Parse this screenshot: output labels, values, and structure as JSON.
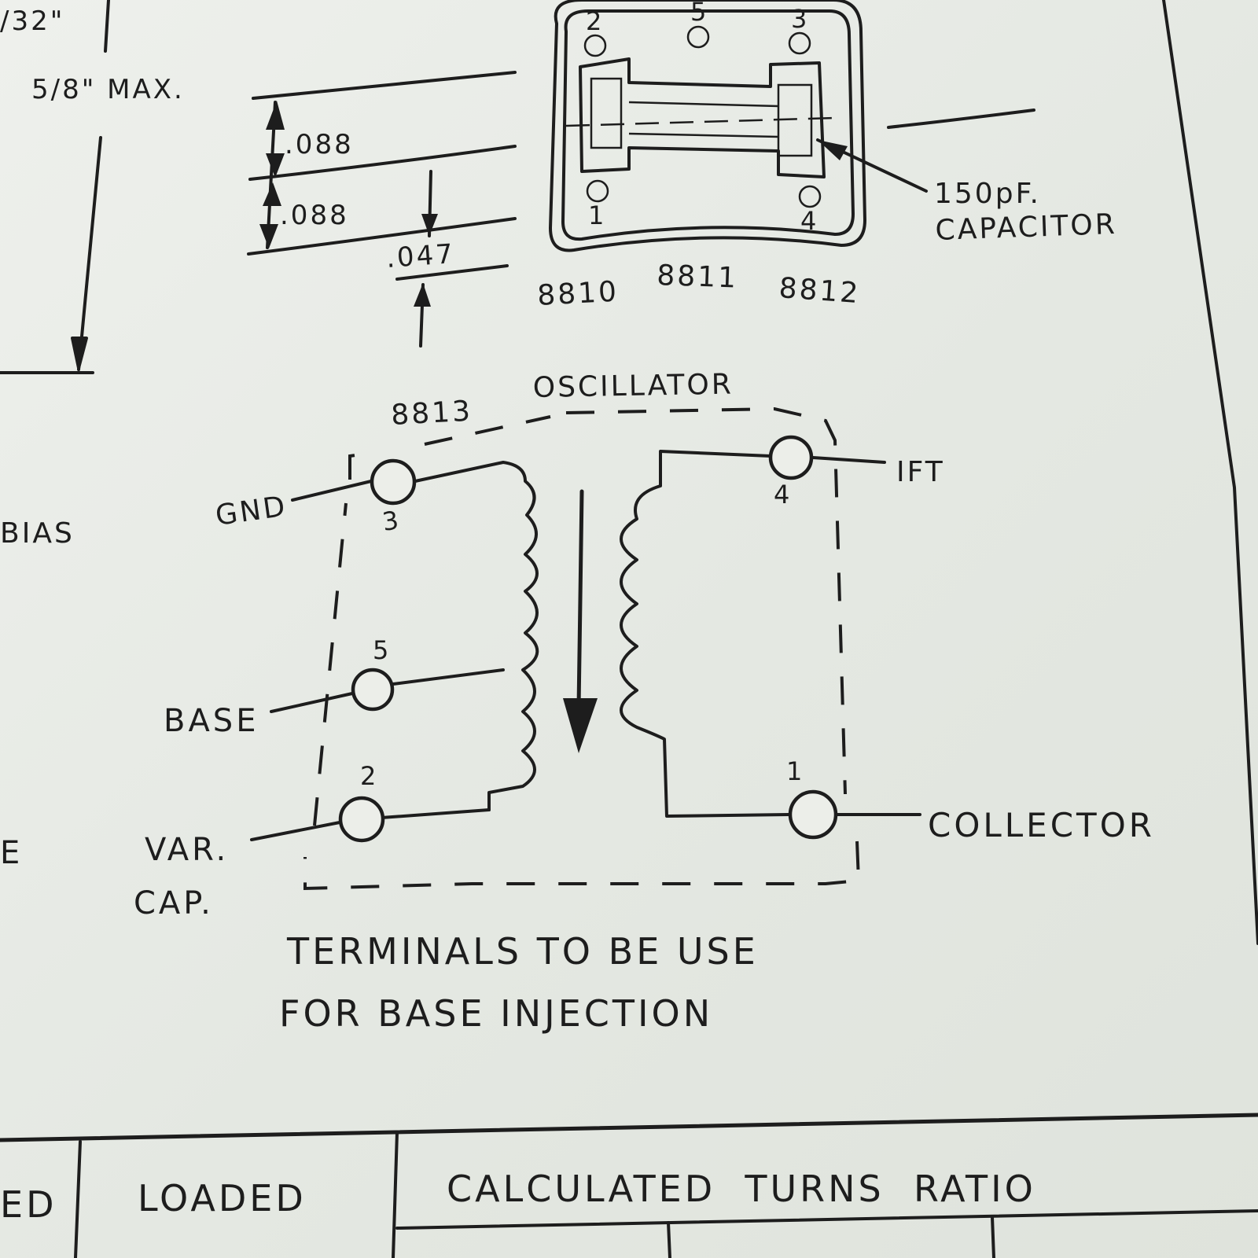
{
  "dimensions": {
    "top_fraction": "/32\"",
    "max_height": "5/8\" MAX.",
    "dim_a": ".088",
    "dim_b": ".088",
    "dim_c": ".047"
  },
  "top_view": {
    "pins": [
      "2",
      "5",
      "3",
      "1",
      "4"
    ],
    "capacitor_label_1": "150pF.",
    "capacitor_label_2": "CAPACITOR",
    "part_numbers": [
      "8810",
      "8811",
      "8812"
    ]
  },
  "schematic": {
    "part_number": "8813",
    "title": "OSCILLATOR",
    "left_terminals": [
      {
        "label": "GND",
        "pin": "3"
      },
      {
        "label": "BASE",
        "pin": "5"
      },
      {
        "label": "VAR.",
        "label2": "CAP.",
        "pin": "2"
      }
    ],
    "right_terminals": [
      {
        "label": "IFT",
        "pin": "4"
      },
      {
        "label": "COLLECTOR",
        "pin": "1"
      }
    ],
    "note_line_1": "TERMINALS TO BE USE",
    "note_line_2": "FOR BASE INJECTION"
  },
  "left_edge": {
    "bias": "BIAS",
    "e": "E"
  },
  "table": {
    "col_partial": "ED",
    "col_loaded": "LOADED",
    "col_turns": "CALCULATED  TURNS  RATIO"
  }
}
